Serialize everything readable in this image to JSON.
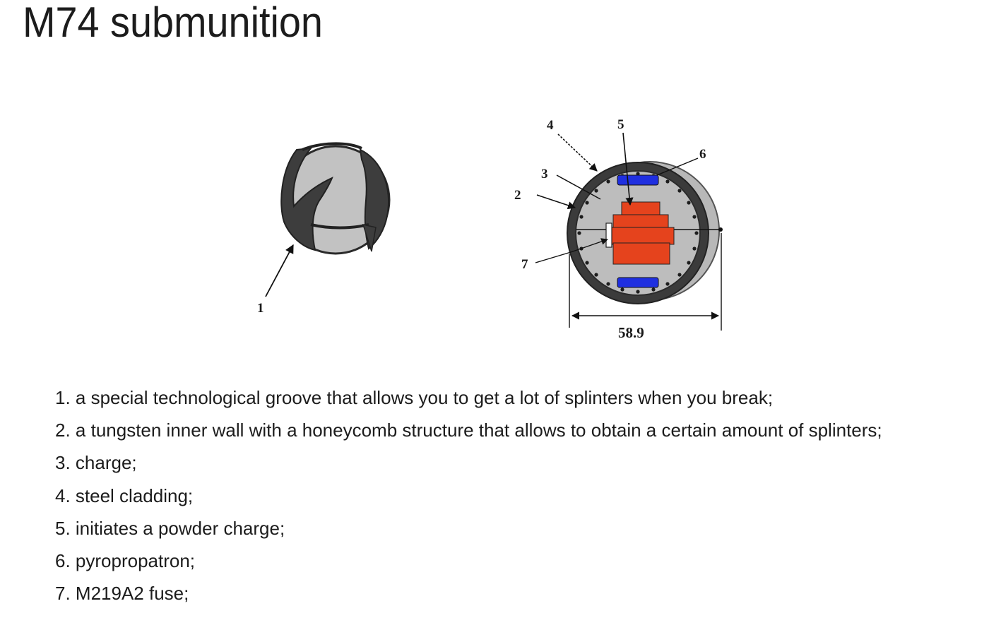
{
  "page": {
    "title": "M74 submunition"
  },
  "diagram": {
    "callouts": {
      "c1": "1",
      "c2": "2",
      "c3": "3",
      "c4": "4",
      "c5": "5",
      "c6": "6",
      "c7": "7"
    },
    "dimension": "58.9",
    "colors": {
      "shell_gray": "#bdbdbd",
      "cladding_dark": "#3a3a3a",
      "charge_red": "#e5431d",
      "fuse_blue": "#1f2fe0"
    }
  },
  "legend": {
    "items": [
      "1. a special technological groove that allows you to get a lot of splinters when you break;",
      "2. a tungsten inner wall with a honeycomb structure that allows to obtain a certain amount of splinters;",
      "3. charge;",
      "4. steel cladding;",
      "5. initiates a powder charge;",
      "6. pyropropatron;",
      "7. M219A2 fuse;"
    ]
  }
}
